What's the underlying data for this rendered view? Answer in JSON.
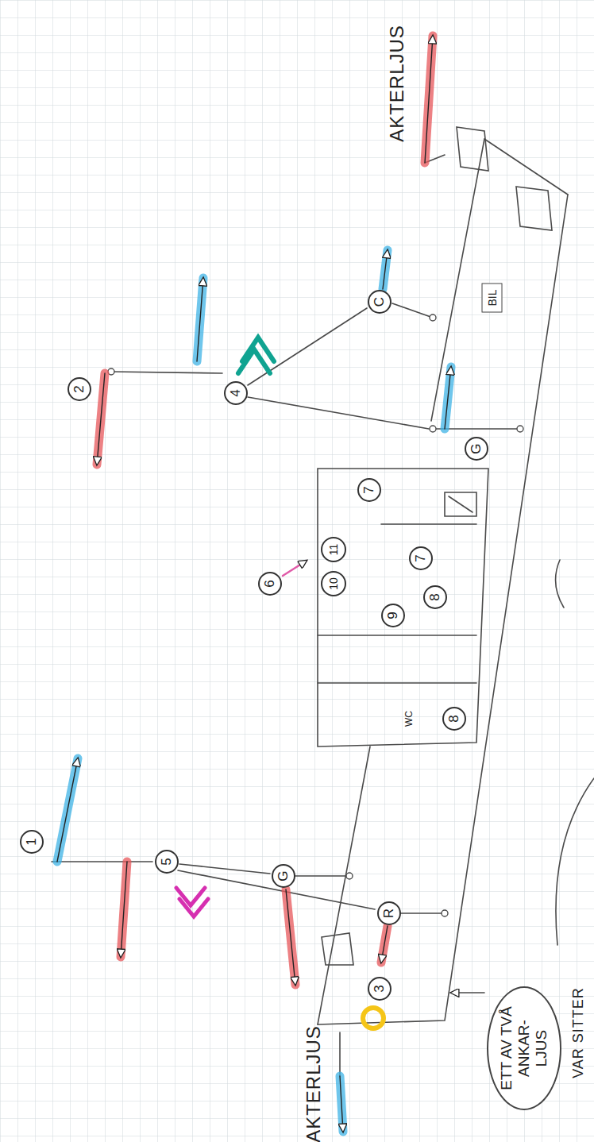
{
  "diagram": {
    "nodes": [
      {
        "text": [
          "BIL"
        ]
      },
      {
        "text": [
          "ETT AV TVÅ ANKAR- LJUS"
        ]
      }
    ],
    "labels": [
      "AKTERLJUS",
      "AKTERLJUS",
      "1",
      "2",
      "3",
      "4",
      "5",
      "6",
      "7",
      "7",
      "8",
      "8",
      "9",
      "10",
      "11",
      "WC",
      "C",
      "G",
      "G",
      "R",
      "VAR SITTER"
    ]
  }
}
